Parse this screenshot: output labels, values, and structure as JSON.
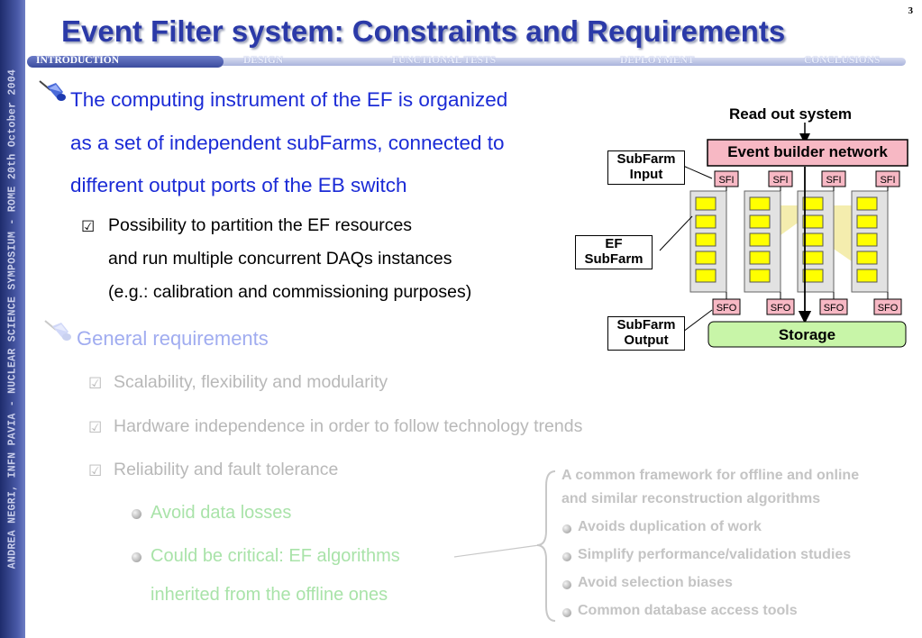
{
  "slide": {
    "page_number": "3",
    "title": "Event Filter system: Constraints and Requirements",
    "sidebar_text": "ANDREA NEGRI, INFN PAVIA - NUCLEAR SCIENCE SYMPOSIUM - ROME 20th October 2004"
  },
  "nav": {
    "items": [
      {
        "label": "INTRODUCTION",
        "active": true
      },
      {
        "label": "DESIGN",
        "active": false
      },
      {
        "label": "FUNCTIONAL TESTS",
        "active": false
      },
      {
        "label": "DEPLOYMENT",
        "active": false
      },
      {
        "label": "CONCLUSIONS",
        "active": false
      }
    ]
  },
  "content": {
    "point1": {
      "lines": [
        "The computing instrument of the EF is organized",
        "as a set of independent subFarms, connected to",
        "different output ports of the EB switch"
      ],
      "sub": {
        "check": "☑",
        "lines": [
          "Possibility to partition the EF resources",
          "and run multiple concurrent DAQs instances",
          "(e.g.: calibration and commissioning purposes)"
        ]
      }
    },
    "point2": {
      "heading": "General requirements",
      "items": [
        "Scalability, flexibility and modularity",
        "Hardware independence in order to follow technology trends",
        "Reliability and fault tolerance"
      ],
      "sub_items": [
        "Avoid data losses",
        "Could be critical: EF algorithms",
        "inherited from the offline ones"
      ]
    },
    "side_note": {
      "lines": [
        "A common framework for offline and online",
        "and similar reconstruction algorithms"
      ],
      "items": [
        "Avoids duplication of work",
        "Simplify performance/validation studies",
        "Avoid selection biases",
        "Common database access tools"
      ]
    }
  },
  "diagram": {
    "readout": "Read out system",
    "eb_network": "Event builder network",
    "sfi_label": "SFI",
    "sfo_label": "SFO",
    "storage": "Storage",
    "subfarm_input": [
      "SubFarm",
      "Input"
    ],
    "ef_subfarm": [
      "EF",
      "SubFarm"
    ],
    "subfarm_output": [
      "SubFarm",
      "Output"
    ],
    "colors": {
      "eb_network": "#f7b8c4",
      "sfi_sfo": "#f7b8c4",
      "storage": "#c8f5a8",
      "node": "#ffff00",
      "rack": "#e2e2e2"
    }
  }
}
